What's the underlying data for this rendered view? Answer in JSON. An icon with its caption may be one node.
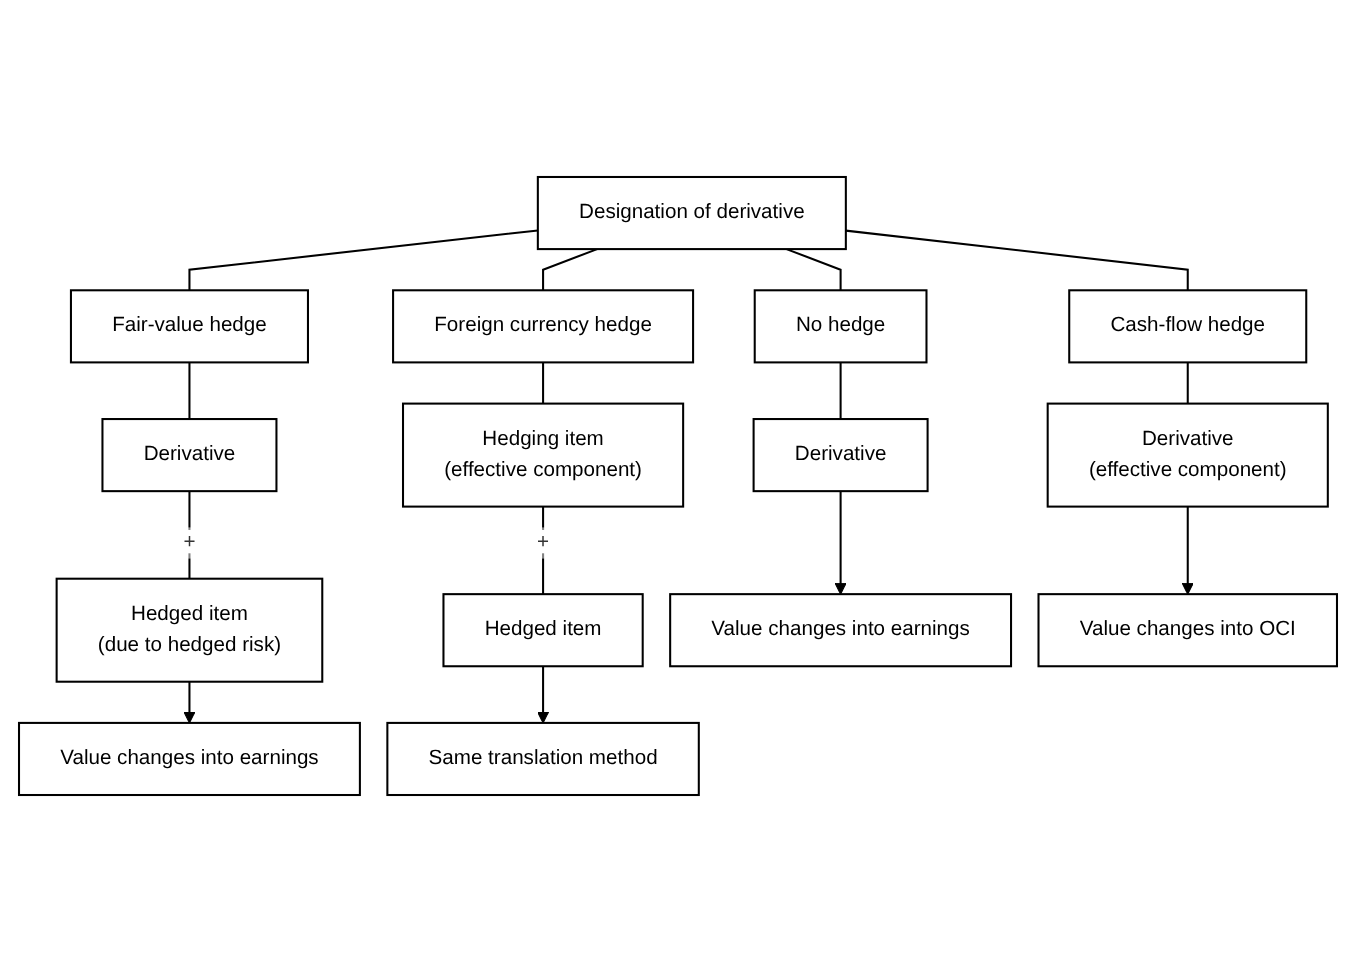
{
  "diagram": {
    "nodes": [
      {
        "text": [
          "Designation of derivative"
        ]
      },
      {
        "text": [
          "No hedge"
        ]
      },
      {
        "text": [
          "Cash-flow hedge"
        ]
      },
      {
        "text": [
          "Fair-value hedge"
        ]
      },
      {
        "text": [
          "Foreign currency hedge"
        ]
      },
      {
        "text": [
          "Derivative"
        ]
      },
      {
        "text": [
          "Derivative",
          "(effective component)"
        ]
      },
      {
        "text": [
          "Derivative"
        ]
      },
      {
        "text": [
          "Hedging item",
          "(effective component)"
        ]
      },
      {
        "text": [
          "Hedged item",
          "(due to hedged risk)"
        ]
      },
      {
        "text": [
          "Hedged item"
        ]
      },
      {
        "text": [
          "Value changes into earnings"
        ]
      },
      {
        "text": [
          "Value changes into OCI"
        ]
      },
      {
        "text": [
          "Value changes into earnings"
        ]
      },
      {
        "text": [
          "Same translation method"
        ]
      }
    ],
    "edges": [
      {
        "from": 0,
        "to": 1,
        "arrow": "none"
      },
      {
        "from": 0,
        "to": 2,
        "arrow": "none"
      },
      {
        "from": 0,
        "to": 3,
        "arrow": "none"
      },
      {
        "from": 0,
        "to": 4,
        "arrow": "none"
      },
      {
        "from": 1,
        "to": 5,
        "arrow": "none"
      },
      {
        "from": 2,
        "to": 6,
        "arrow": "none"
      },
      {
        "from": 3,
        "to": 7,
        "arrow": "none"
      },
      {
        "from": 4,
        "to": 8,
        "arrow": "none"
      },
      {
        "from": 7,
        "to": 9,
        "arrow": "none",
        "label": "+"
      },
      {
        "from": 8,
        "to": 10,
        "arrow": "none",
        "label": "+"
      },
      {
        "from": 5,
        "to": 11,
        "arrow": "to"
      },
      {
        "from": 6,
        "to": 12,
        "arrow": "to"
      },
      {
        "from": 9,
        "to": 13,
        "arrow": "to"
      },
      {
        "from": 10,
        "to": 14,
        "arrow": "to"
      }
    ]
  }
}
